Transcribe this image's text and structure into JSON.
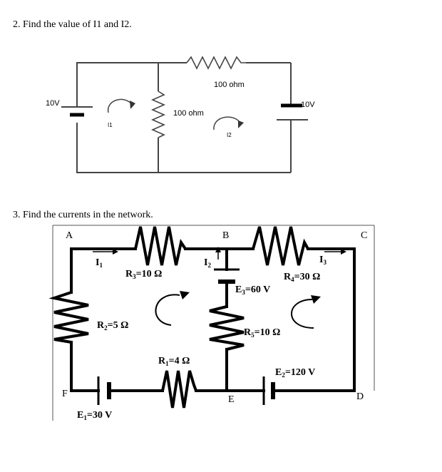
{
  "question2": {
    "text": "2.   Find the value of I1 and I2.",
    "left_battery_label": "10V",
    "right_battery_label": "10V",
    "top_resistor_label": "100 ohm",
    "middle_resistor_label": "100 ohm",
    "loop1_label": "I1",
    "loop2_label": "I2"
  },
  "question3": {
    "text": "3.   Find the currents in the network.",
    "node_a": "A",
    "node_b": "B",
    "node_c": "C",
    "node_d": "D",
    "node_e": "E",
    "node_f": "F",
    "current_1": "I",
    "current_1_sub": "1",
    "current_2": "I",
    "current_2_sub": "2",
    "current_3": "I",
    "current_3_sub": "3",
    "r3_label": "R",
    "r3_sub": "3",
    "r3_value": "=10 Ω",
    "r4_label": "R",
    "r4_sub": "4",
    "r4_value": "=30 Ω",
    "r2_label": "R",
    "r2_sub": "2",
    "r2_value": "=5 Ω",
    "r1_label": "R",
    "r1_sub": "1",
    "r1_value": "=4 Ω",
    "r5_label": "R",
    "r5_sub": "5",
    "r5_value": "=10 Ω",
    "e3_label": "E",
    "e3_sub": "3",
    "e3_value": "=60 V",
    "e2_label": "E",
    "e2_sub": "2",
    "e2_value": "=120 V",
    "e1_label": "E",
    "e1_sub": "1",
    "e1_value": "=30 V"
  }
}
